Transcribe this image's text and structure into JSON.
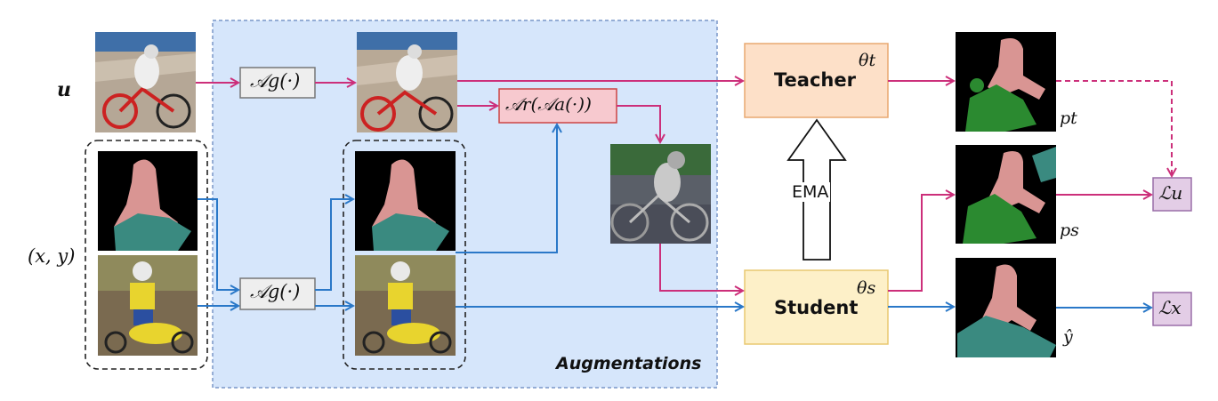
{
  "inputs": {
    "unlabeled": "u",
    "labeled": "(x, y)"
  },
  "augment_panel": {
    "label": "Augmentations",
    "geometric_top": "𝒜g(·)",
    "geometric_bottom": "𝒜g(·)",
    "photometric": "𝒜r(𝒜a(·))"
  },
  "models": {
    "teacher": "Teacher",
    "teacher_param": "θt",
    "student": "Student",
    "student_param": "θs",
    "ema": "EMA"
  },
  "outputs": {
    "teacher_pred": "pt",
    "student_pred": "ps",
    "ground_truth": "ŷ"
  },
  "losses": {
    "unsup": "ℒu",
    "sup": "ℒx"
  },
  "colors": {
    "magenta": "#cc2f7a",
    "blue": "#2a78c8",
    "panel_fill": "#d6e6fb",
    "panel_border": "#7896c8",
    "teacher_fill": "#fde0c8",
    "teacher_border": "#e8a870",
    "student_fill": "#fdf0c8",
    "student_border": "#e8c870",
    "photo_box_fill": "#f7c9cf",
    "photo_box_border": "#c44",
    "geo_box_fill": "#eeeeee",
    "geo_box_border": "#777",
    "loss_fill": "#e3cde6",
    "loss_border": "#9a6fa8"
  }
}
